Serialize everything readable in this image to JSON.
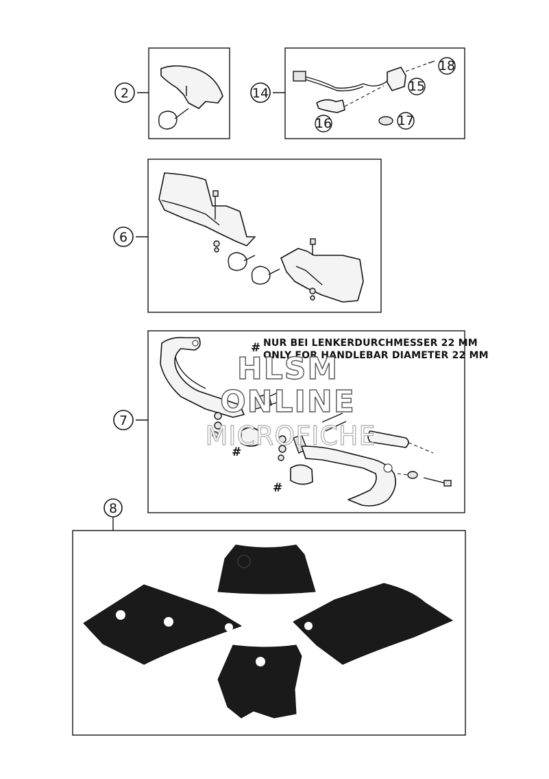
{
  "callouts": {
    "c2": "2",
    "c14": "14",
    "c15": "15",
    "c16": "16",
    "c17": "17",
    "c18": "18",
    "c6": "6",
    "c7": "7",
    "c8": "8"
  },
  "note": {
    "line1": "NUR BEI LENKERDURCHMESSER 22 MM",
    "line2": "ONLY FOR HANDLEBAR DIAMETER 22 MM",
    "marker": "#"
  },
  "watermark": {
    "line1": "HLSM",
    "line2": "ONLINE",
    "line3": "MICROFICHE"
  },
  "colors": {
    "background": "#ffffff",
    "ink": "#111111",
    "sticker": "#1a1a1a"
  }
}
